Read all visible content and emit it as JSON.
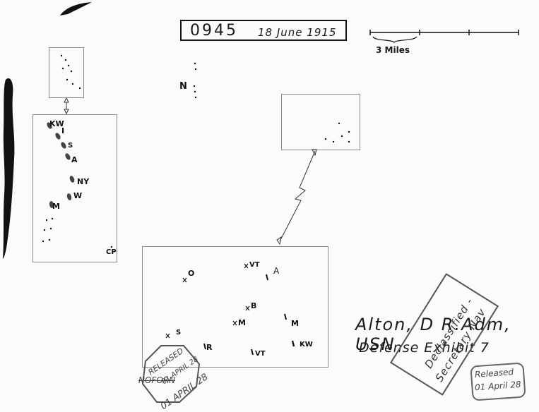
{
  "header": {
    "time": "0945",
    "date": "18 June 1915"
  },
  "scale": {
    "label": "3 Miles"
  },
  "compass": {
    "north_label": "N"
  },
  "left_inset": {
    "labels": {
      "kw": "KW",
      "i": "I",
      "s": "S",
      "a": "A",
      "ny": "NY",
      "w": "W",
      "m": "M",
      "cp": "CP"
    }
  },
  "main_box": {
    "labels": {
      "o": "O",
      "vt_top": "VT",
      "a_marker": "A",
      "b": "B",
      "m_left": "M",
      "m_right": "M",
      "s": "S",
      "r": "R",
      "vt_bottom": "VT",
      "kw": "KW"
    },
    "overlay_label": "A"
  },
  "signature": {
    "line1": "Alton, D    R.Adm, USN",
    "line2": "Defense    Exhibit 7"
  },
  "stamps": {
    "declassified_line1": "Declassified -",
    "declassified_line2": "Secretary Nav",
    "released_line1": "Released",
    "released_line2": "01 April 28",
    "hex_struck": "NOFORN",
    "hex_line1": "RELEASED",
    "hex_line2": "01 APRIL 28",
    "hex_line3": "01 APRIL 28"
  },
  "colors": {
    "ink": "#111111",
    "paper": "#fbfbfb",
    "box_border": "#8a8a8a",
    "stamp": "#555555"
  }
}
